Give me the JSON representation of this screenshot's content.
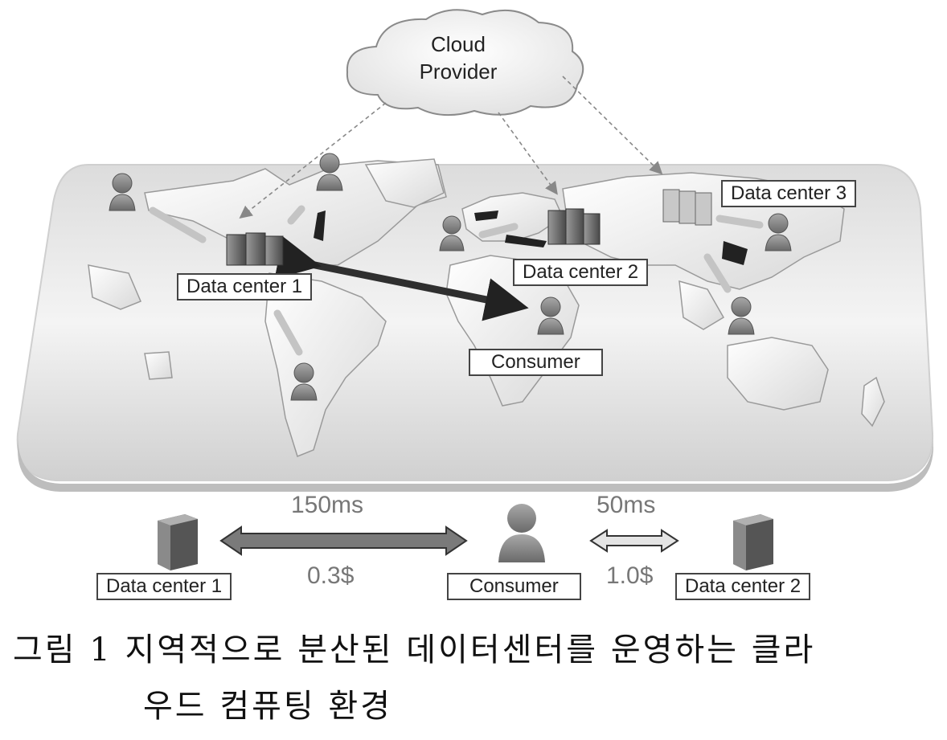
{
  "cloud": {
    "line1": "Cloud",
    "line2": "Provider"
  },
  "map_labels": {
    "dc1": "Data center 1",
    "dc2": "Data center 2",
    "dc3": "Data center 3",
    "consumer": "Consumer"
  },
  "comparison": {
    "left_latency": "150ms",
    "left_cost": "0.3$",
    "right_latency": "50ms",
    "right_cost": "1.0$",
    "dc1": "Data center 1",
    "consumer": "Consumer",
    "dc2": "Data center 2"
  },
  "caption": {
    "line1": "그림 1 지역적으로 분산된 데이터센터를 운영하는 클라",
    "line2": "우드 컴퓨팅 환경"
  },
  "colors": {
    "map_land": "#f2f2f2",
    "platform": "#e6e6e6",
    "person": "#8a8a8a",
    "server": "#6e6e6e",
    "arrow_dark": "#3a3a3a",
    "arrow_light": "#c9c9c9"
  }
}
